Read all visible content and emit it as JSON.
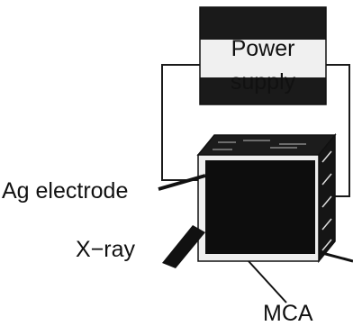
{
  "power_supply": {
    "line1": "Power",
    "line2": "supply"
  },
  "labels": {
    "ag_electrode": "Ag electrode",
    "xray": "X−ray",
    "mca": "MCA"
  },
  "colors": {
    "ink": "#111111",
    "background": "#ffffff",
    "power_supply_band": "#1a1a1a",
    "power_supply_face": "#f0f0f0",
    "detector_body": "#0d0d0d",
    "detector_frame": "#eeeeee"
  }
}
